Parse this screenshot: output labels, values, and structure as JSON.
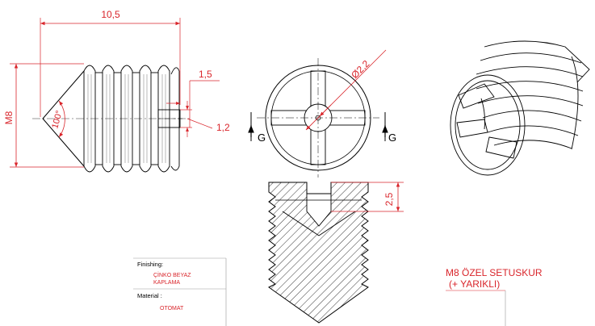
{
  "dimensions": {
    "overall_length": "10,5",
    "major_diameter": "M8",
    "cone_angle": "100°",
    "slot_width": "1,5",
    "slot_depth": "1,2",
    "hole_diameter": "Ø2,2",
    "slot_depth_section": "2,5"
  },
  "section": {
    "left_label": "G",
    "right_label": "G"
  },
  "title_block": {
    "finishing_label": "Finishing:",
    "finishing_value_line1": "ÇİNKO BEYAZ",
    "finishing_value_line2": "KAPLAMA",
    "material_label": "Material :",
    "material_value": "OTOMAT"
  },
  "part_title": {
    "line1": "M8 ÖZEL SETUSKUR",
    "line2": "(+ YARIKLI)"
  },
  "colors": {
    "dimension": "#d9252b",
    "outline": "#000000"
  }
}
